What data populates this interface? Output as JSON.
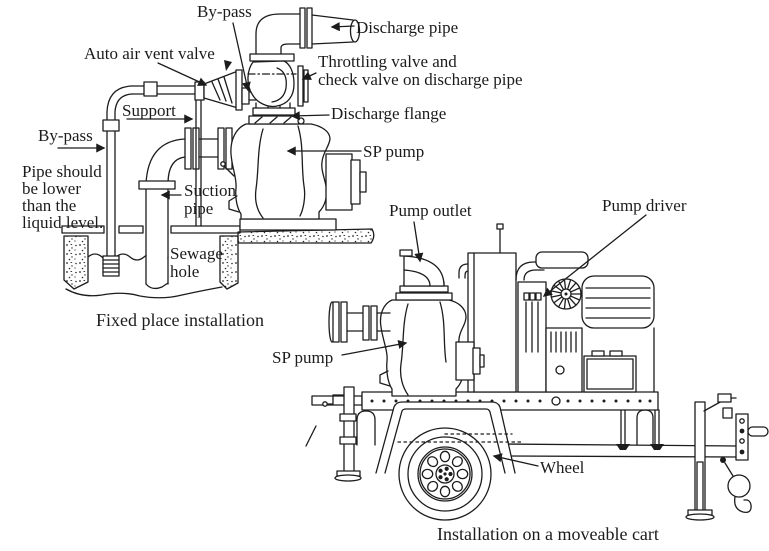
{
  "style": {
    "background": "#ffffff",
    "line_color": "#1c1c1c",
    "text_color": "#1c1c1c"
  },
  "fixed_installation": {
    "caption": "Fixed place installation",
    "labels": {
      "bypass_top": "By-pass",
      "discharge_pipe": "Discharge pipe",
      "auto_air_vent_valve": "Auto air vent valve",
      "throttling_valve_line1": "Throttling valve and",
      "throttling_valve_line2": "check valve on discharge pipe",
      "support": "Support",
      "discharge_flange": "Discharge flange",
      "bypass_left": "By-pass",
      "sp_pump": "SP pump",
      "pipe_note_line1": "Pipe should",
      "pipe_note_line2": "be lower",
      "pipe_note_line3": "than the",
      "pipe_note_line4": "liquid level.",
      "suction_pipe_line1": "Suction",
      "suction_pipe_line2": "pipe",
      "sewage_hole_line1": "Sewage",
      "sewage_hole_line2": "hole"
    }
  },
  "cart_installation": {
    "caption": "Installation on a moveable cart",
    "labels": {
      "pump_outlet": "Pump outlet",
      "pump_driver": "Pump driver",
      "sp_pump": "SP pump",
      "wheel": "Wheel"
    }
  }
}
